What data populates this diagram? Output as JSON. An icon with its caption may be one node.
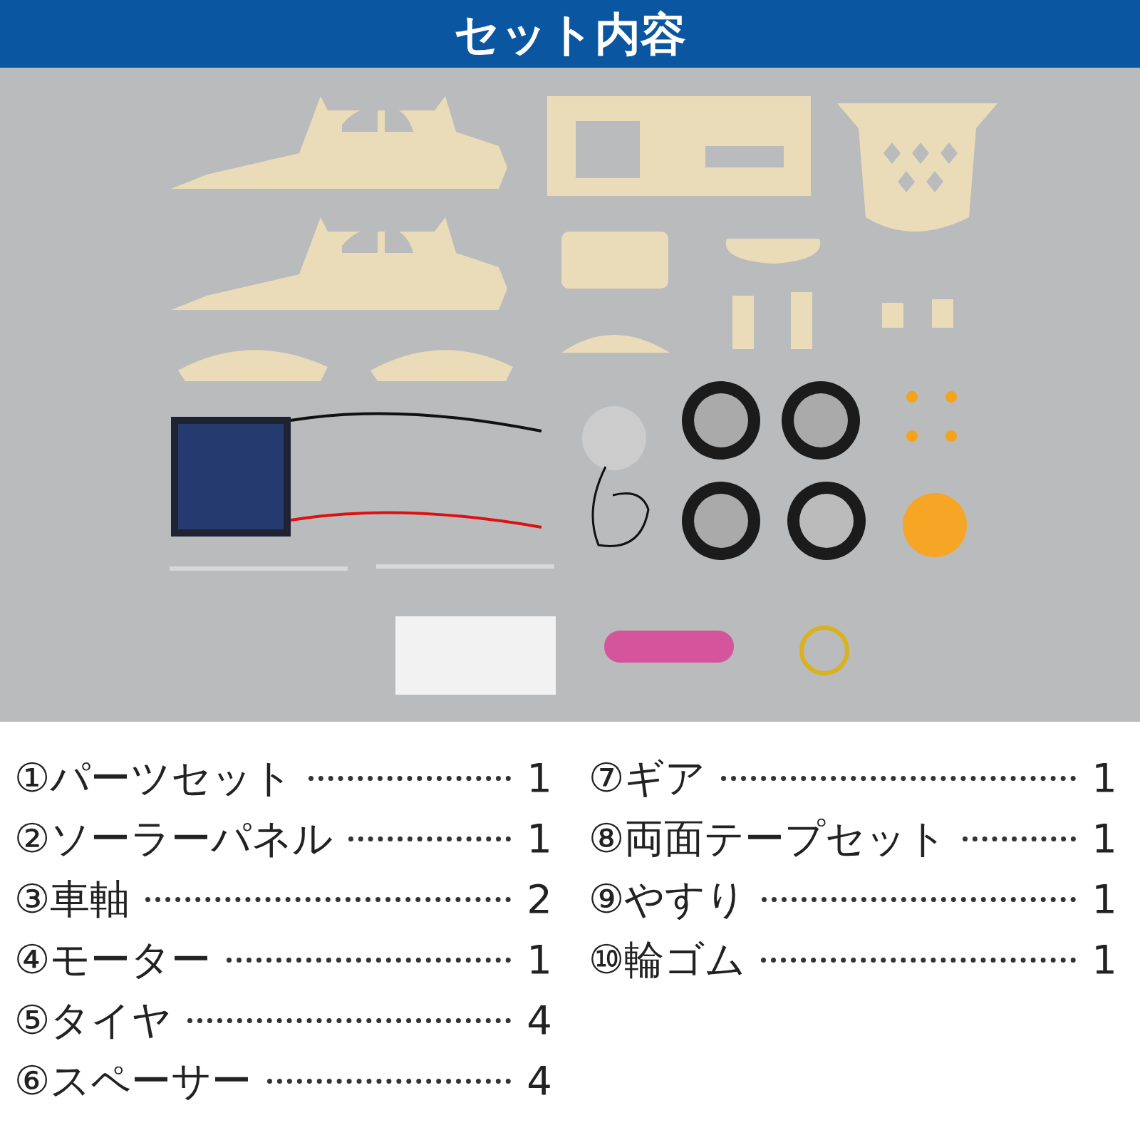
{
  "diagram": {
    "title": "セット内容",
    "labels": [
      "①パーツセット",
      "1",
      "②ソーラーパネル",
      "1",
      "③車軸",
      "2",
      "④モーター",
      "1",
      "⑤タイヤ",
      "4",
      "⑥スペーサー",
      "4",
      "⑦ギア",
      "1",
      "⑧両面テープセット",
      "1",
      "⑨やすり",
      "1",
      "⑩輪ゴム",
      "1"
    ]
  }
}
